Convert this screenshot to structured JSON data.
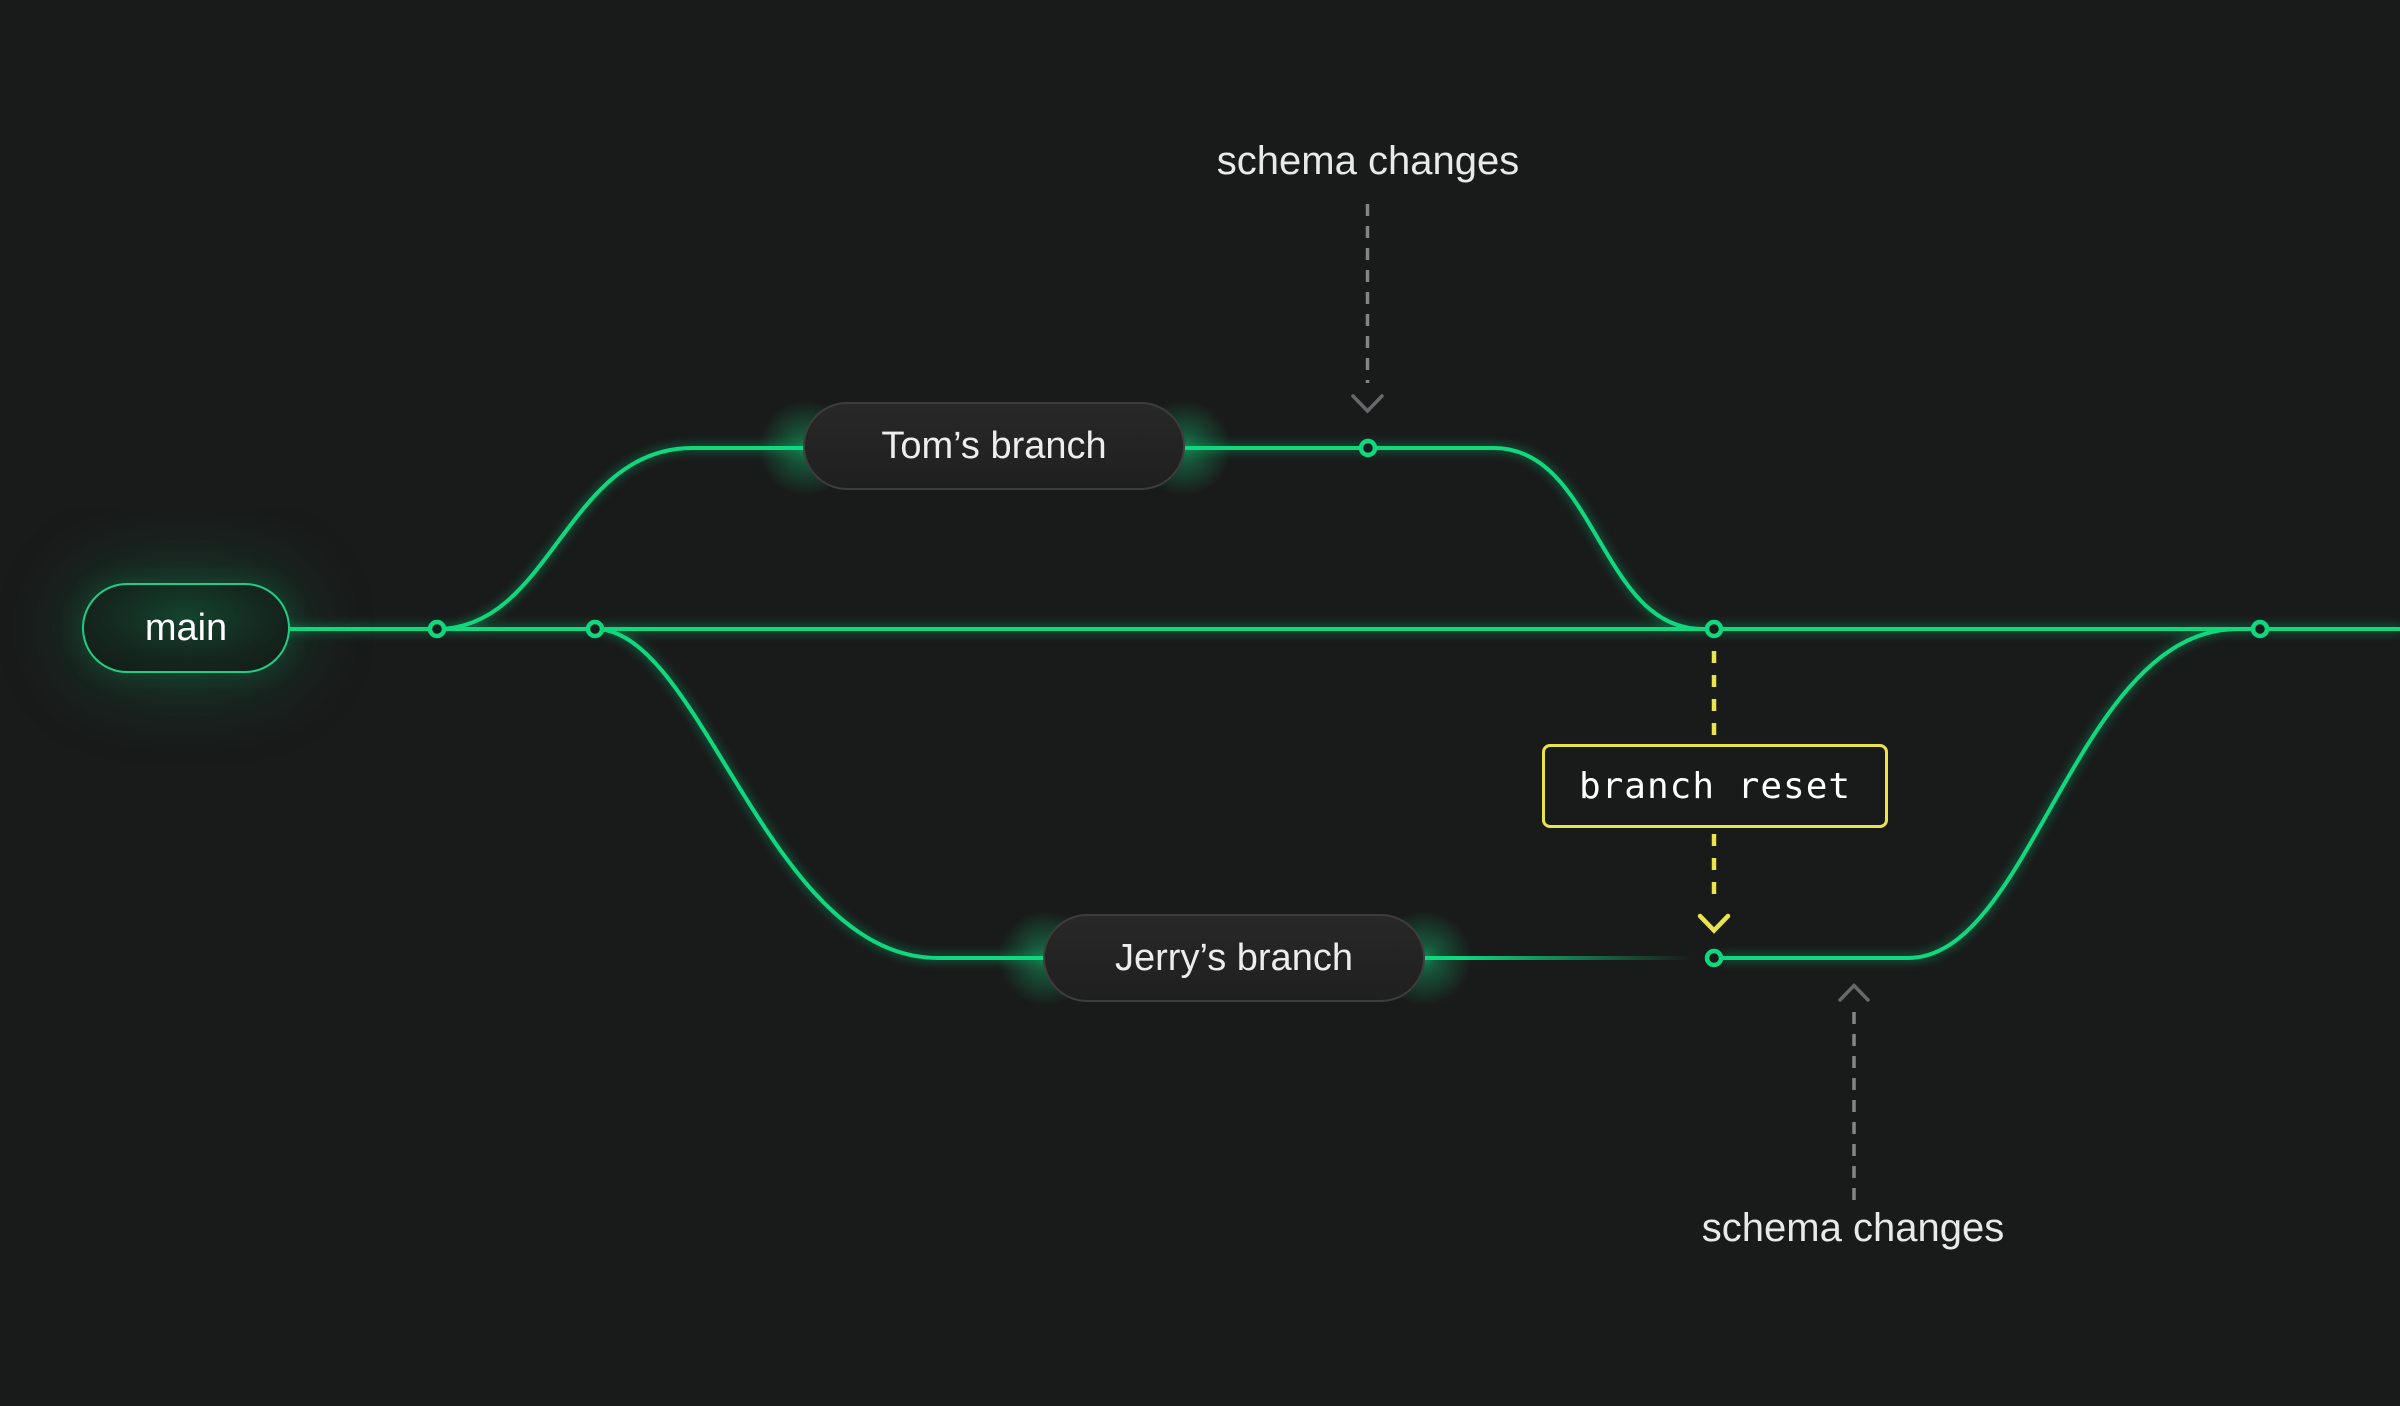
{
  "colors": {
    "background": "#191a1a",
    "branch_green": "#10d87e",
    "reset_yellow": "#e9e44c",
    "dash_gray": "#848484",
    "chevron_gray": "#646a6b",
    "pill_text": "#ededed",
    "pill_border": "#3d3d3d"
  },
  "diagram": {
    "branches": [
      {
        "name": "main",
        "type": "primary"
      },
      {
        "name": "Tom’s branch",
        "type": "feature"
      },
      {
        "name": "Jerry’s branch",
        "type": "feature"
      }
    ],
    "annotations": [
      {
        "label": "schema changes",
        "arrow": "down",
        "target": "commit on Tom’s branch"
      },
      {
        "label": "branch reset",
        "style": "yellow-outline-box",
        "arrow": "down",
        "target": "Jerry’s branch reset commit"
      },
      {
        "label": "schema changes",
        "arrow": "up",
        "target": "Jerry’s branch after reset"
      }
    ],
    "commit_node_count": 6
  }
}
